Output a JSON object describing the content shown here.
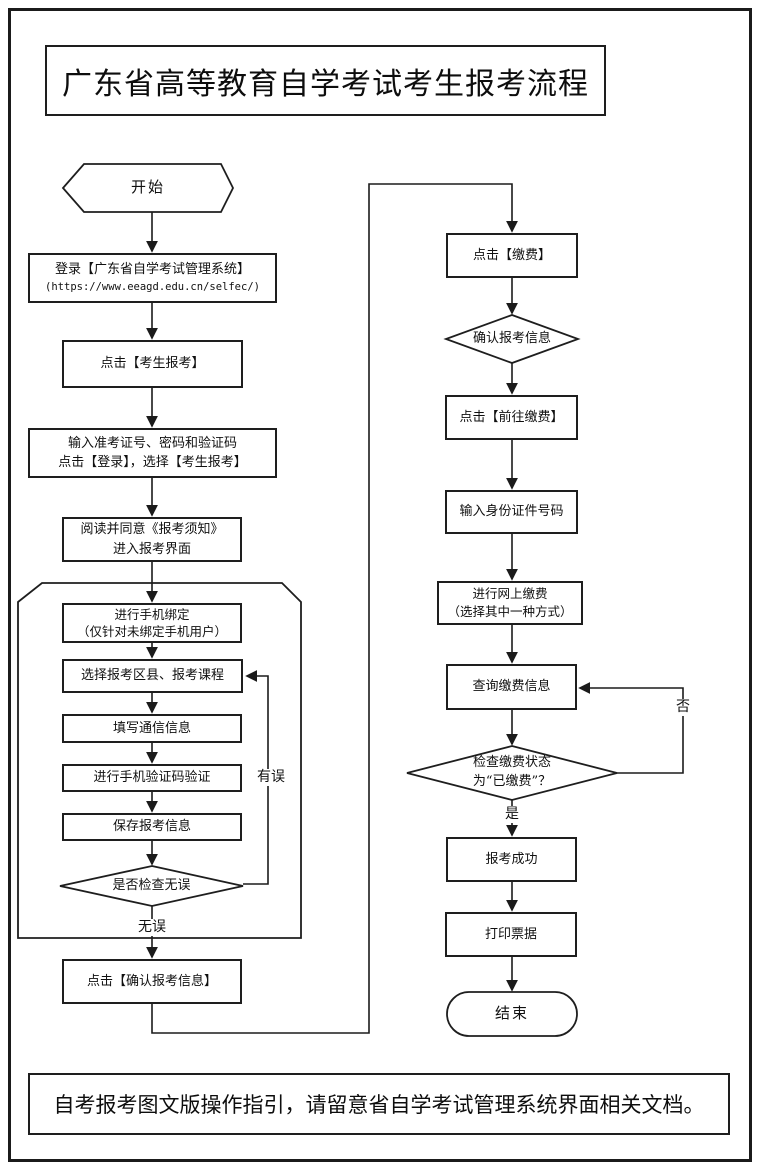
{
  "title": "广东省高等教育自学考试考生报考流程",
  "footer": "自考报考图文版操作指引，请留意省自学考试管理系统界面相关文档。",
  "nodes": {
    "start": "开始",
    "login1": "登录【广东省自学考试管理系统】",
    "login2": "(https://www.eeagd.edu.cn/selfec/)",
    "clickRegister": "点击【考生报考】",
    "cred1": "输入准考证号、密码和验证码",
    "cred2": "点击【登录】，选择【考生报考】",
    "notice1": "阅读并同意《报考须知》",
    "notice2": "进入报考界面",
    "bind1": "进行手机绑定",
    "bind2": "（仅针对未绑定手机用户）",
    "selectCourses": "选择报考区县、报考课程",
    "fillContact": "填写通信信息",
    "smsVerify": "进行手机验证码验证",
    "saveInfo": "保存报考信息",
    "checkCorrect": "是否检查无误",
    "confirmInfo": "点击【确认报考信息】",
    "clickPay": "点击【缴费】",
    "confirmRegInfo": "确认报考信息",
    "goPay": "点击【前往缴费】",
    "enterId": "输入身份证件号码",
    "onlinePay1": "进行网上缴费",
    "onlinePay2": "（选择其中一种方式）",
    "queryPay": "查询缴费信息",
    "checkPaid1": "检查缴费状态",
    "checkPaid2": "为“已缴费”？",
    "regSuccess": "报考成功",
    "printReceipt": "打印票据",
    "end": "结束"
  },
  "edges": {
    "hasError": "有误",
    "noError": "无误",
    "yes": "是",
    "no": "否"
  }
}
